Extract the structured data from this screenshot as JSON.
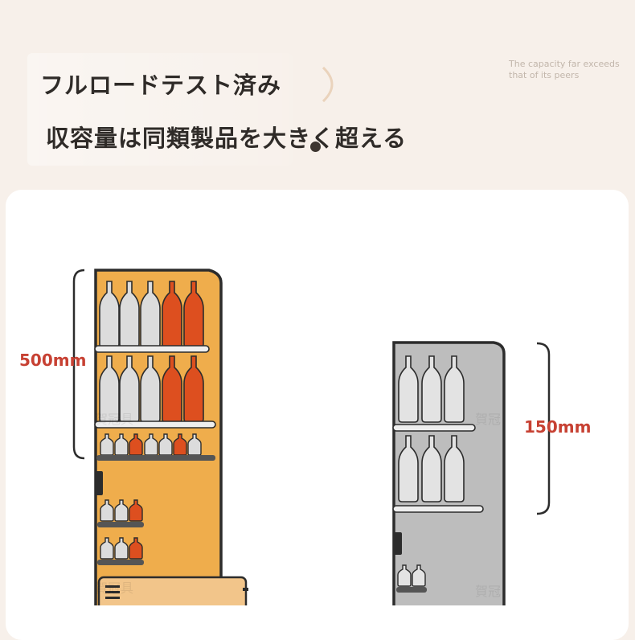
{
  "header": {
    "title_line1": "フルロードテスト済み",
    "title_line2": "収容量は同類製品を大きく超える",
    "english_caption": "The capacity far exceeds that of its peers"
  },
  "comparison": {
    "large_height_label": "500mm",
    "small_height_label": "150mm"
  },
  "watermark": {
    "text_a": "賀冠具",
    "text_b": "賀冠"
  },
  "colors": {
    "background": "#f7f0ea",
    "panel": "#ffffff",
    "accent_red": "#c74133",
    "cabinet_orange": "#efad4c",
    "cabinet_gray": "#bdbdbd",
    "bottle_white": "#dcdcdc",
    "bottle_red": "#dd4f1f",
    "outline": "#2c2c2c"
  }
}
